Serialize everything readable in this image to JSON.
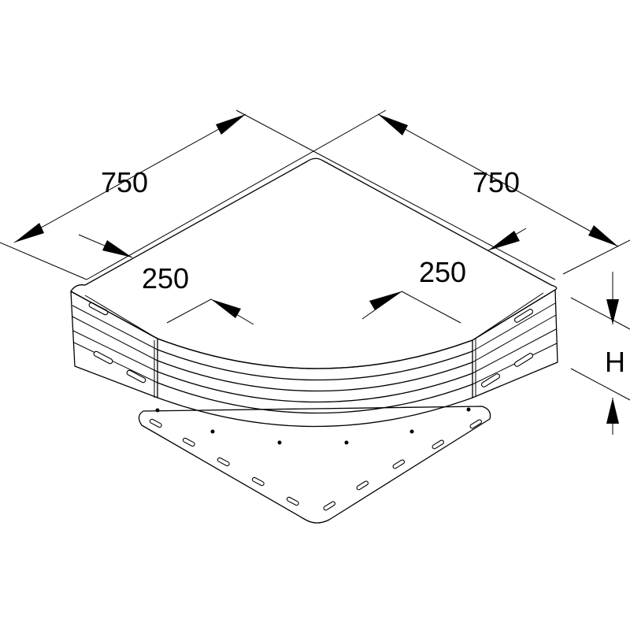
{
  "dimensions": {
    "outer_left": "750",
    "outer_right": "750",
    "inner_left": "250",
    "inner_right": "250",
    "height": "H"
  }
}
